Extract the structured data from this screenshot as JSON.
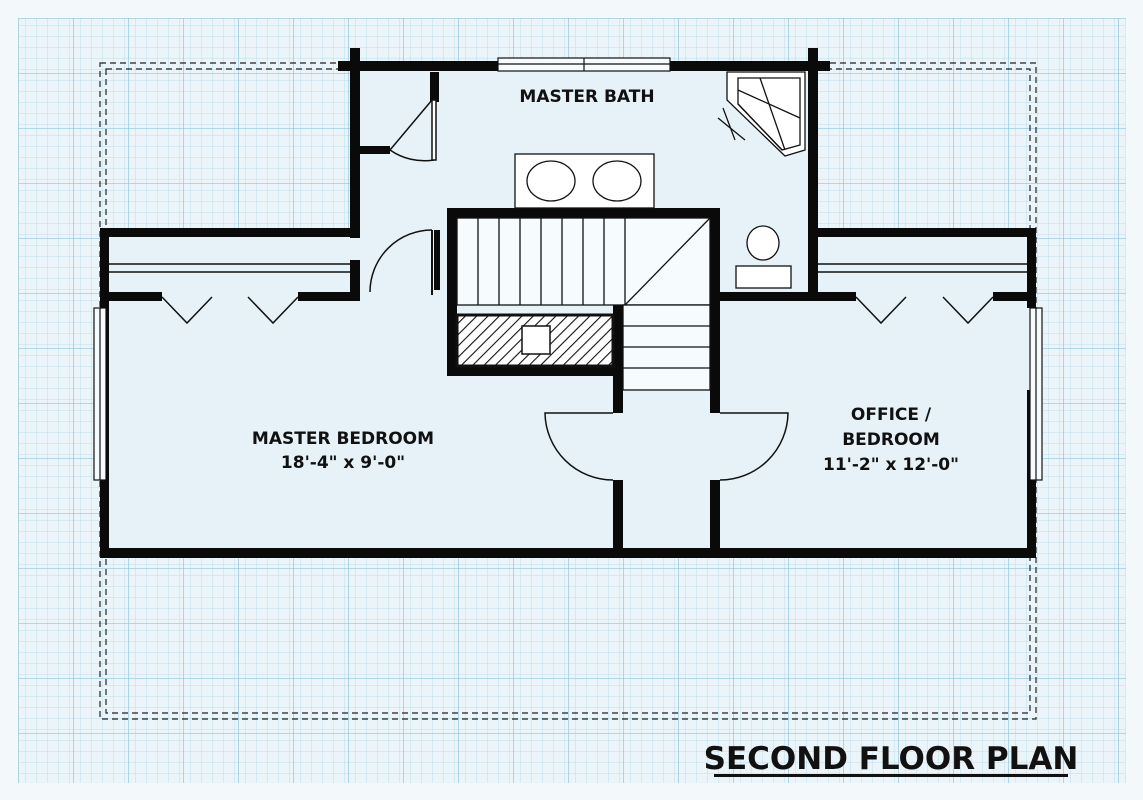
{
  "plan_title": "SECOND FLOOR PLAN",
  "rooms": {
    "master_bath": {
      "name": "MASTER BATH"
    },
    "master_bedroom": {
      "name": "MASTER BEDROOM",
      "dimensions": "18'-4\" x 9'-0\""
    },
    "office_bedroom": {
      "name_line1": "OFFICE /",
      "name_line2": "BEDROOM",
      "dimensions": "11'-2\" x 12'-0\""
    }
  },
  "colors": {
    "grid_background": "#eaf4f9",
    "grid_minor_line": "#b4d8e8",
    "grid_major_line": "#8fc3da",
    "wall": "#0a0a0a",
    "interior_fill": "#e6f2f8"
  }
}
